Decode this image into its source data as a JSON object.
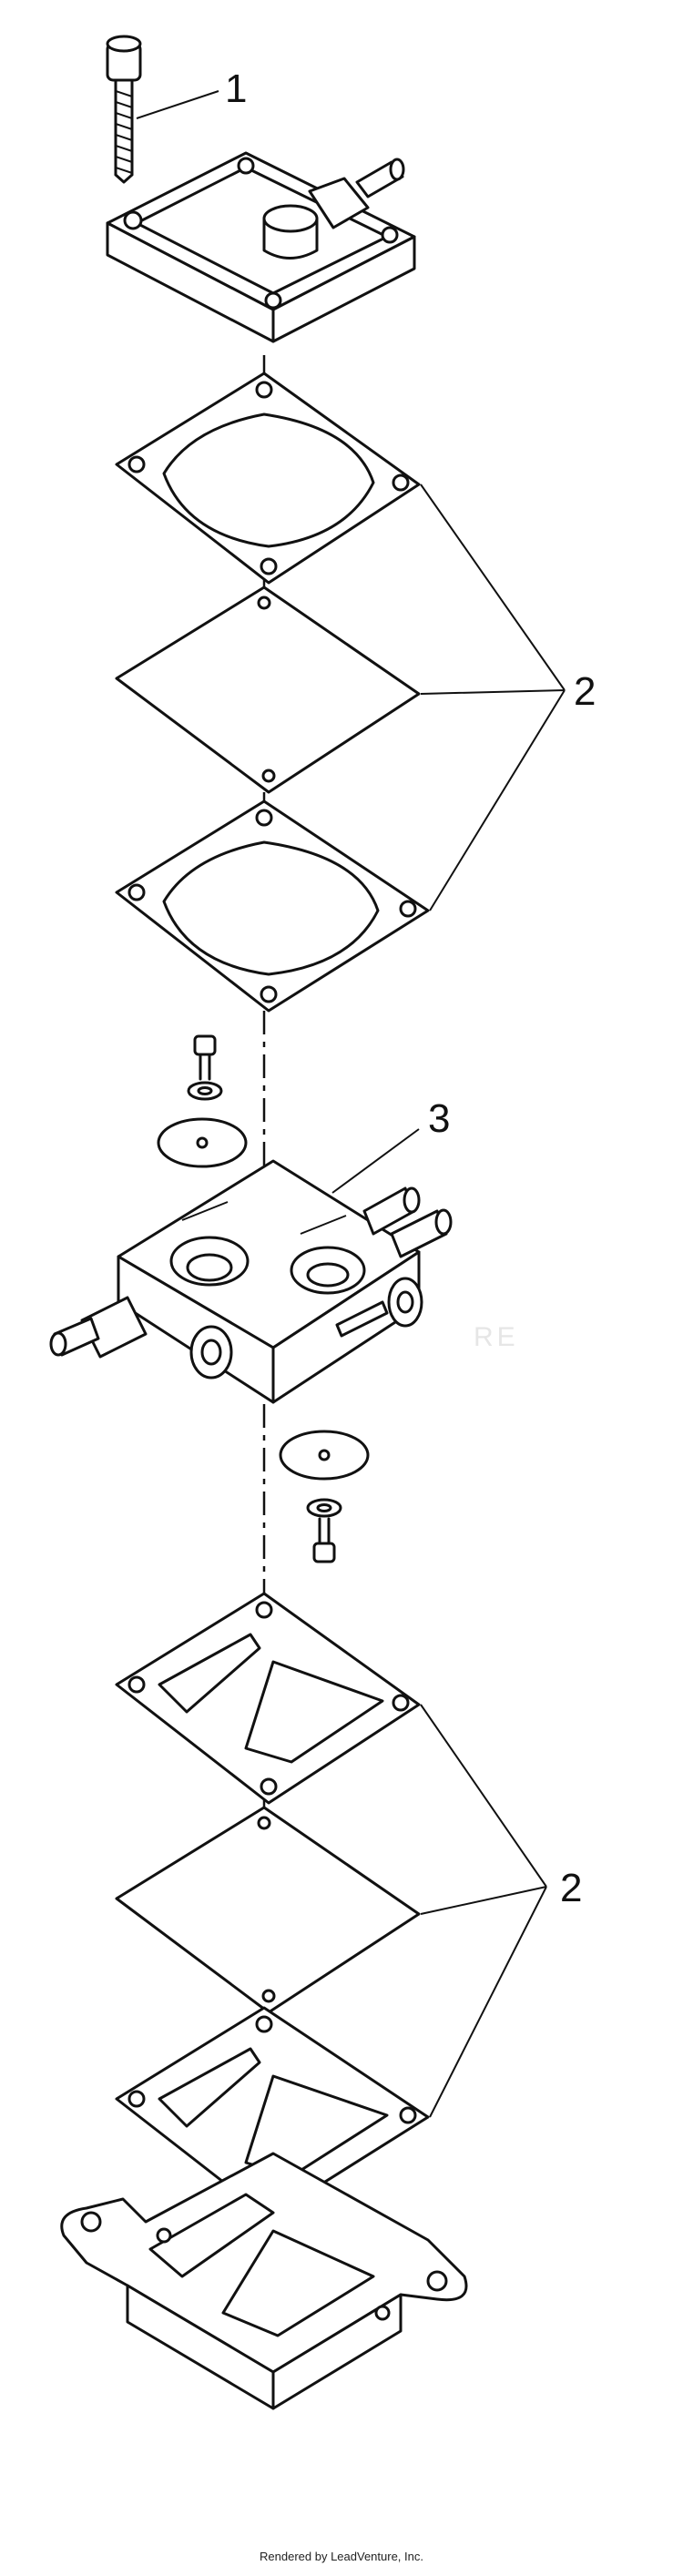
{
  "callouts": [
    {
      "id": "1",
      "label": "1"
    },
    {
      "id": "2a",
      "label": "2"
    },
    {
      "id": "3",
      "label": "3"
    },
    {
      "id": "2b",
      "label": "2"
    }
  ],
  "watermark_text": "RE",
  "footer_text": "Rendered by LeadVenture, Inc."
}
